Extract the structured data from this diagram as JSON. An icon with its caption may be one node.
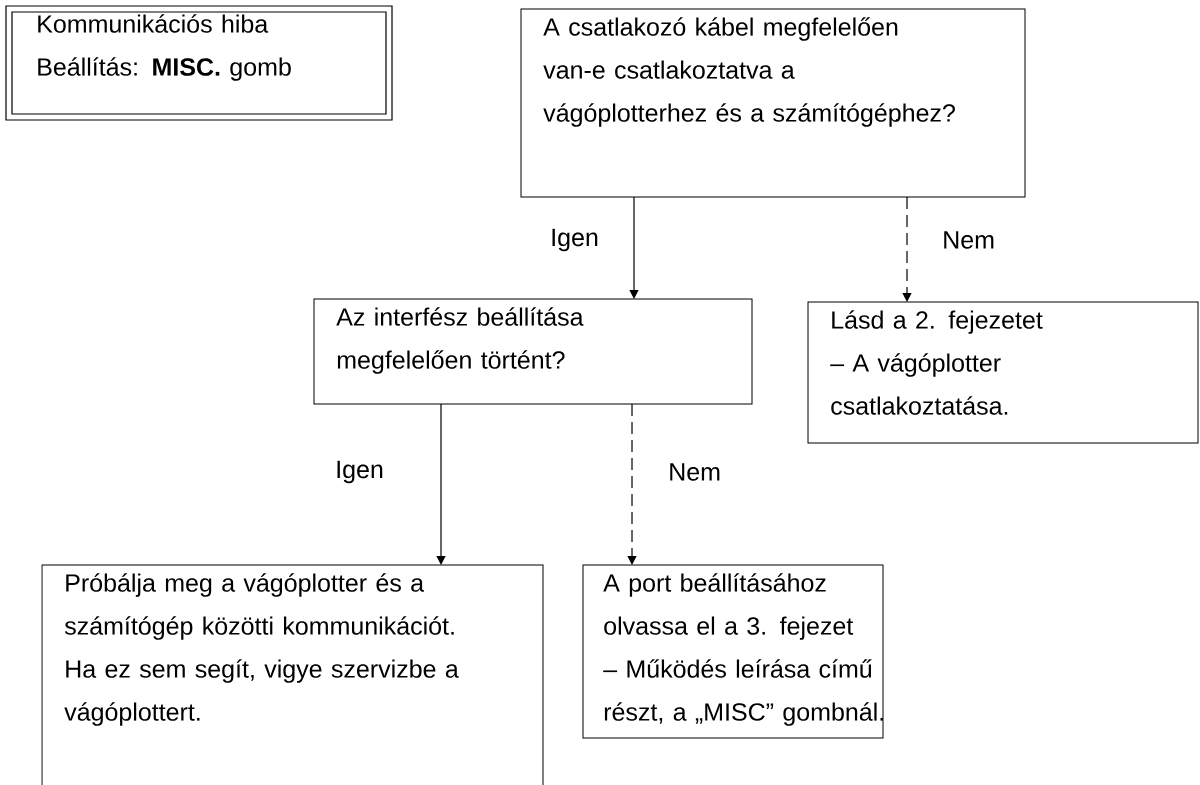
{
  "diagram": {
    "nodes": [
      {
        "text": [
          "Kommunikációs hiba",
          "Beállítás: **MISC.** gomb"
        ]
      },
      {
        "text": [
          "A csatlakozó kábel megfelelően van-e csatlakoztatva a vágóplotterhez és a számítógéphez?"
        ]
      },
      {
        "text": [
          "Az interfész beállítása megfelelően történt?"
        ]
      },
      {
        "text": [
          "Lásd a 2. fejezetet – A vágóplotter csatlakoztatása."
        ]
      },
      {
        "text": [
          "Próbálja meg a vágóplotter és a számítógép közötti kommunikációt. Ha ez sem segít, vigye szervizbe a vágóplottert."
        ]
      },
      {
        "text": [
          "A port beállításához olvassa el a 3. fejezet – Működés leírása című részt, a „MISC” gombnál."
        ]
      }
    ],
    "edges": [
      {
        "from": 1,
        "to": 2,
        "arrow": "to",
        "label": "Igen"
      },
      {
        "from": 1,
        "to": 3,
        "arrow": "to",
        "label": "Nem",
        "style": "dashed"
      },
      {
        "from": 2,
        "to": 4,
        "arrow": "to",
        "label": "Igen"
      },
      {
        "from": 2,
        "to": 5,
        "arrow": "to",
        "label": "Nem",
        "style": "dashed"
      }
    ]
  }
}
